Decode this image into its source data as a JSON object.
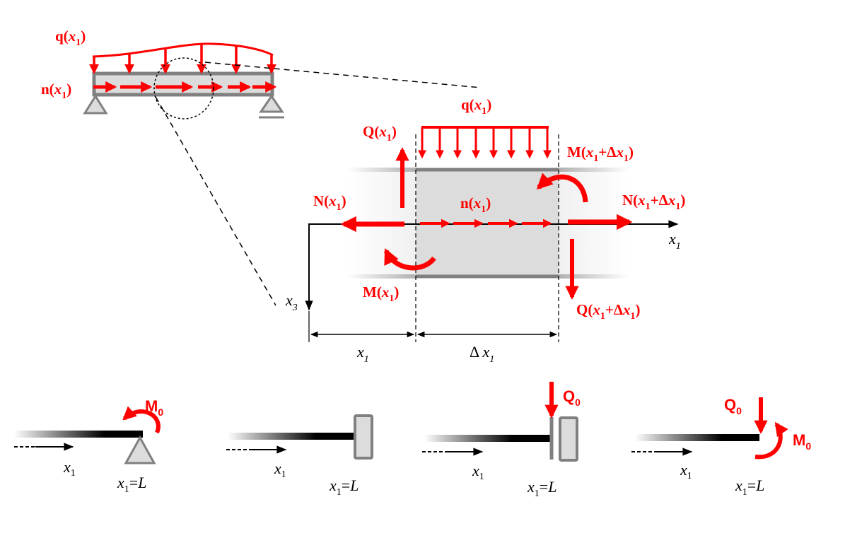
{
  "colors": {
    "force": "#ff0000",
    "beam_fill": "#dcdcdc",
    "beam_edge": "#808080",
    "axis": "#000000"
  },
  "overview": {
    "q_label": "q(",
    "q_var": "x",
    "q_sub": "1",
    "q_close": ")",
    "n_label": "n(",
    "n_var": "x",
    "n_sub": "1",
    "n_close": ")"
  },
  "element": {
    "q": {
      "pre": "q(",
      "var": "x",
      "sub": "1",
      "post": ")"
    },
    "Q_left": {
      "pre": "Q(",
      "var": "x",
      "sub": "1",
      "post": ")"
    },
    "N_left": {
      "pre": "N(",
      "var": "x",
      "sub": "1",
      "post": ")"
    },
    "n": {
      "pre": "n(",
      "var": "x",
      "sub": "1",
      "post": ")"
    },
    "M_left": {
      "pre": "M(",
      "var": "x",
      "sub": "1",
      "post": ")"
    },
    "M_right": {
      "pre": "M(",
      "var": "x",
      "sub": "1",
      "mid": "+Δ",
      "var2": "x",
      "sub2": "1",
      "post": ")"
    },
    "N_right": {
      "pre": "N(",
      "var": "x",
      "sub": "1",
      "mid": "+Δ",
      "var2": "x",
      "sub2": "1",
      "post": ")"
    },
    "Q_right": {
      "pre": "Q(",
      "var": "x",
      "sub": "1",
      "mid": "+Δ",
      "var2": "x",
      "sub2": "1",
      "post": ")"
    },
    "axis_x1": {
      "var": "x",
      "sub": "1"
    },
    "axis_x3": {
      "var": "x",
      "sub": "3"
    },
    "dim_x1": {
      "var": "x",
      "sub": "1"
    },
    "dim_dx1": {
      "pre": "Δ ",
      "var": "x",
      "sub": "1"
    }
  },
  "boundary_cases": [
    {
      "name": "pinned-with-moment",
      "load_labels": [
        {
          "main": "M",
          "sub": "0"
        }
      ],
      "axis": {
        "var": "x",
        "sub": "1"
      },
      "position": {
        "var": "x",
        "sub": "1",
        "eq": "=",
        "val": "L"
      }
    },
    {
      "name": "clamped",
      "load_labels": [],
      "axis": {
        "var": "x",
        "sub": "1"
      },
      "position": {
        "var": "x",
        "sub": "1",
        "eq": "=",
        "val": "L"
      }
    },
    {
      "name": "sliding-clamp-with-force",
      "load_labels": [
        {
          "main": "Q",
          "sub": "0"
        }
      ],
      "axis": {
        "var": "x",
        "sub": "1"
      },
      "position": {
        "var": "x",
        "sub": "1",
        "eq": "=",
        "val": "L"
      }
    },
    {
      "name": "free-end-with-force-and-moment",
      "load_labels": [
        {
          "main": "Q",
          "sub": "0"
        },
        {
          "main": "M",
          "sub": "0"
        }
      ],
      "axis": {
        "var": "x",
        "sub": "1"
      },
      "position": {
        "var": "x",
        "sub": "1",
        "eq": "=",
        "val": "L"
      }
    }
  ]
}
